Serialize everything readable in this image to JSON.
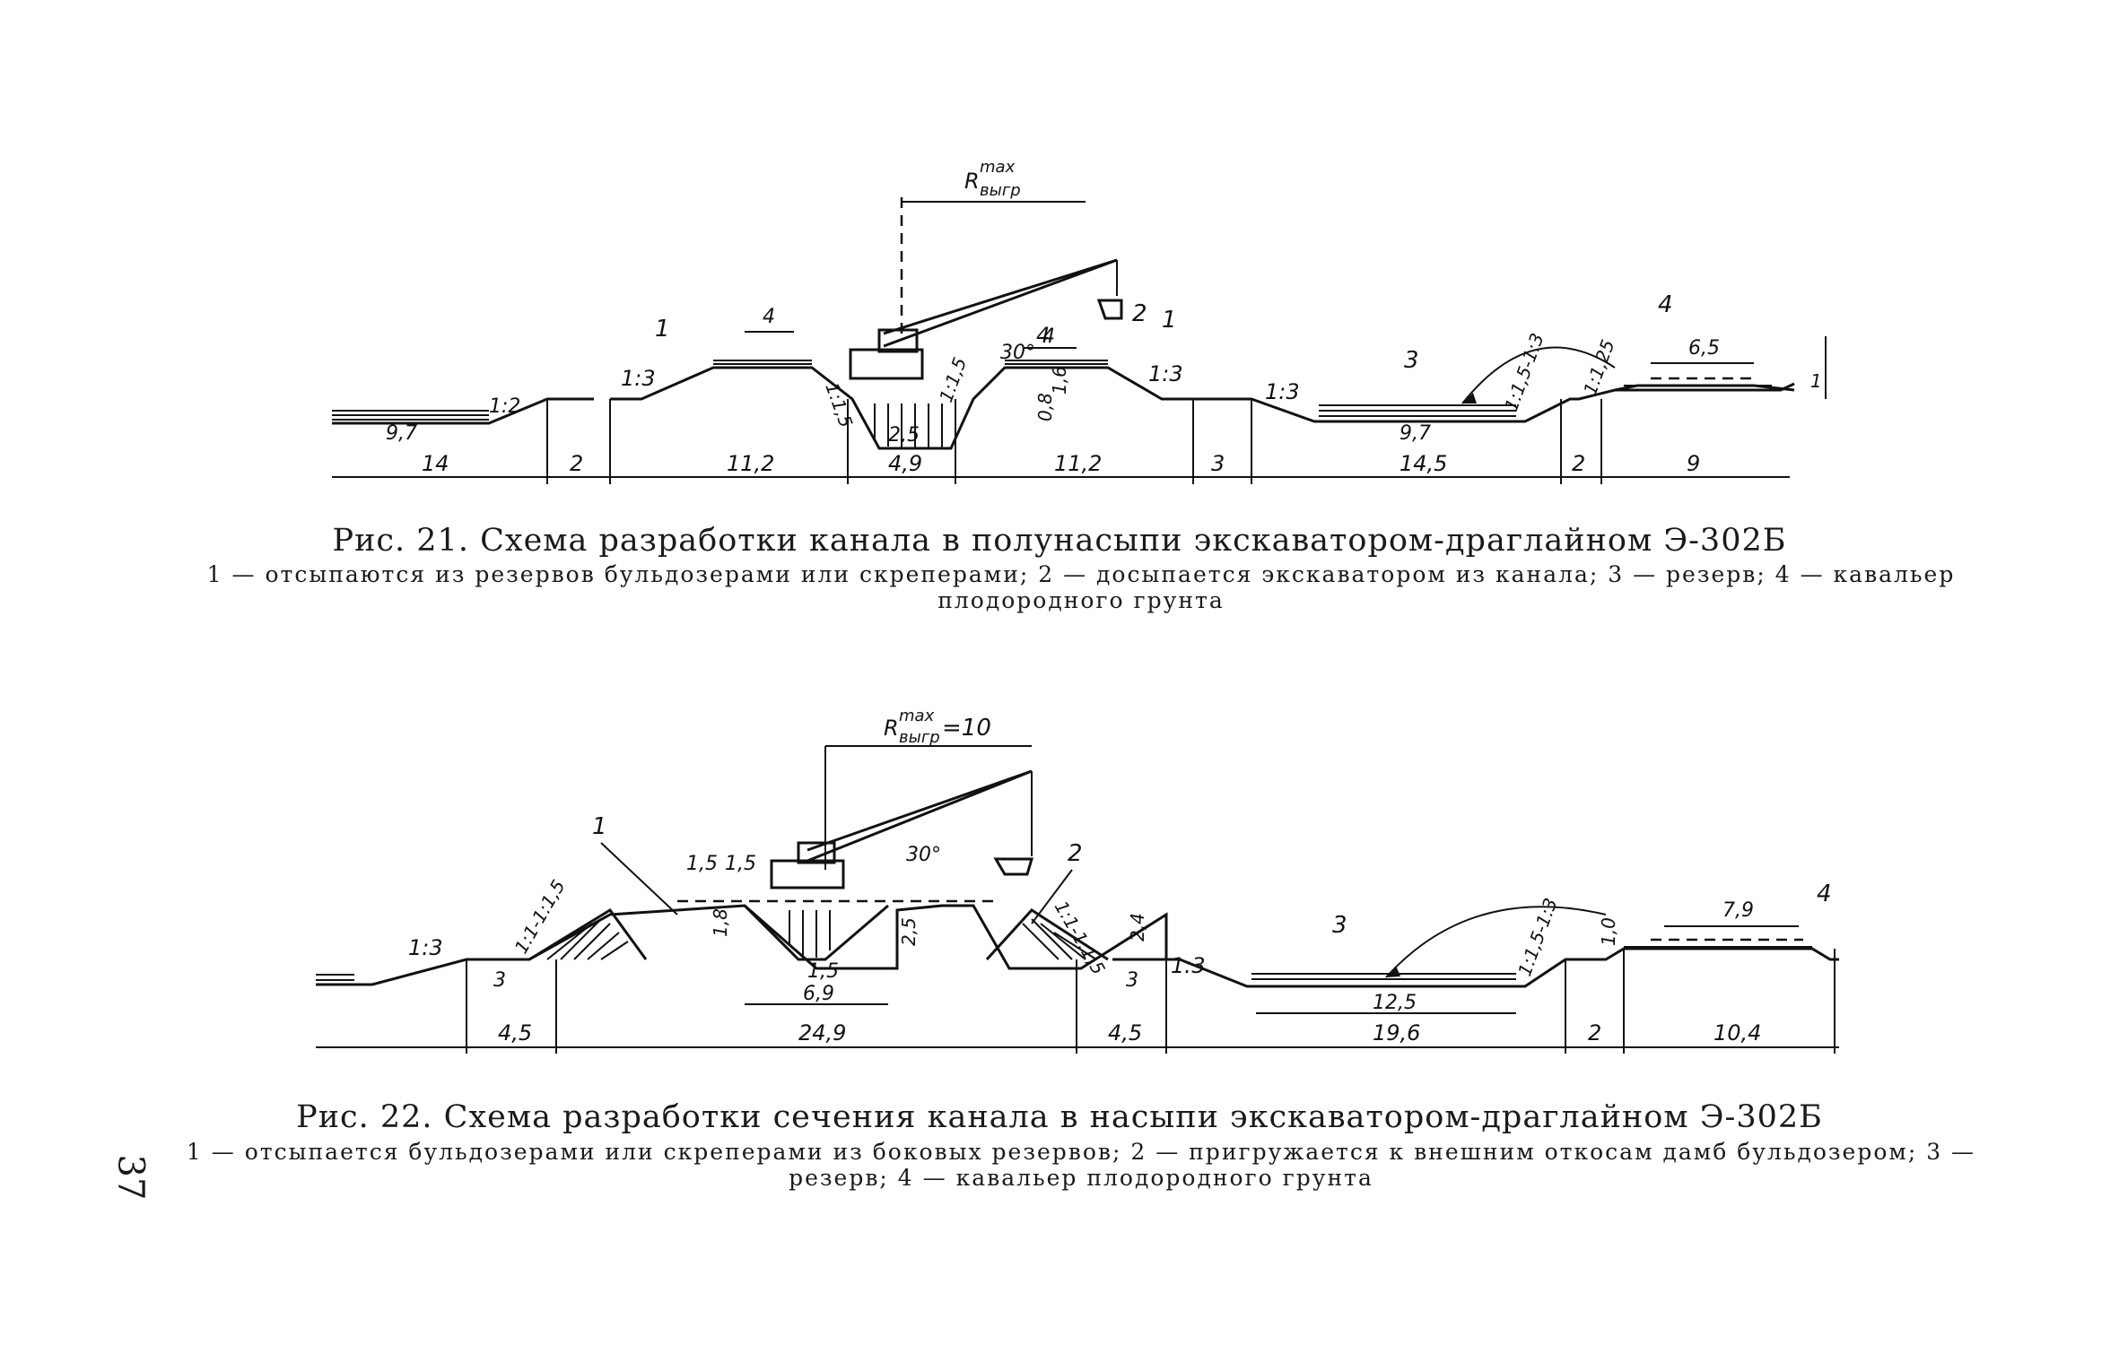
{
  "page_number": "37",
  "figure_21": {
    "title": "Рис. 21. Схема разработки канала в полунасыпи экскаватором-драглайном Э-302Б",
    "legend": "1 — отсыпаются из резервов бульдозерами или скреперами; 2 — досыпается экскаватором из канала; 3 — резерв; 4 — кавальер плодородного грунта",
    "radius_label": "R",
    "radius_sup": "max",
    "radius_sub": "выгр",
    "angle": "30°",
    "callouts": [
      "1",
      "1",
      "2",
      "3",
      "4",
      "4"
    ],
    "slopes": [
      "1:2",
      "1:3",
      "1:1,5",
      "1:1,5",
      "1:3",
      "1:3",
      "1:1,5-1:3",
      "1:1,25"
    ],
    "heights": [
      "0,8",
      "1,6",
      "1"
    ],
    "dims_top": [
      "4",
      "4",
      "6,5",
      "9,7",
      "2,5",
      "9,7"
    ],
    "dims_bottom": [
      "14",
      "2",
      "11,2",
      "4,9",
      "11,2",
      "3",
      "14,5",
      "2",
      "9"
    ]
  },
  "figure_22": {
    "title": "Рис. 22. Схема разработки сечения канала в насыпи экскаватором-драглайном Э-302Б",
    "legend": "1 — отсыпается бульдозерами или скреперами из боковых резервов; 2 — пригружается к внешним откосам дамб бульдозером; 3 — резерв; 4 — кавальер плодородного грунта",
    "radius_label": "R",
    "radius_sup": "max",
    "radius_sub": "выгр",
    "radius_value": "=10",
    "angle": "30°",
    "callouts": [
      "1",
      "2",
      "3",
      "4"
    ],
    "slopes": [
      "1:3",
      "1:1-1:1,5",
      "1:1-1:1,5",
      "1:3",
      "1:1,5-1:3"
    ],
    "heights": [
      "1,8",
      "2,5",
      "2,4",
      "1,0"
    ],
    "dims_top": [
      "1,5",
      "1,5",
      "7,9",
      "3",
      "3",
      "1,5",
      "6,9",
      "12,5"
    ],
    "dims_bottom": [
      "4,5",
      "24,9",
      "4,5",
      "19,6",
      "2",
      "10,4"
    ]
  }
}
